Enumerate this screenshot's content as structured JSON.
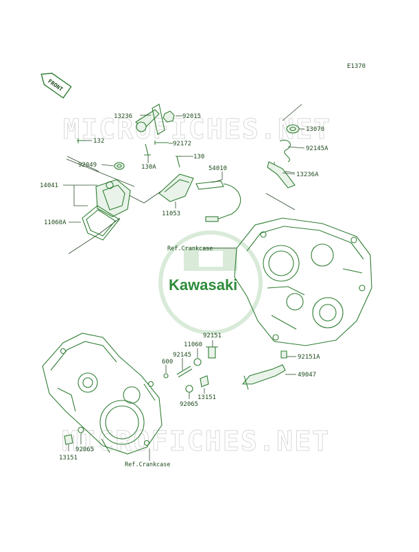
{
  "diagram_id": "E1370",
  "front_tag": "FRONT",
  "watermark": "MICROFICHES.NET",
  "logo_text": "Kawasaki",
  "refs": {
    "crankcase_top": "Ref.Crankcase",
    "crankcase_bottom": "Ref.Crankcase"
  },
  "parts": {
    "p13236": "13236",
    "p92015": "92015",
    "p132": "132",
    "p92172": "92172",
    "p130a": "130A",
    "p130": "130",
    "p92049": "92049",
    "p14041": "14041",
    "p54010": "54010",
    "p11053": "11053",
    "p11060a": "11060A",
    "p13070": "13070",
    "p92145a": "92145A",
    "p13236a": "13236A",
    "p92151": "92151",
    "p11060": "11060",
    "p92145": "92145",
    "p600": "600",
    "p92151a": "92151A",
    "p49047": "49047",
    "p13151": "13151",
    "p92065": "92065",
    "p92065b": "92065",
    "p13151b": "13151"
  },
  "colors": {
    "line": "#2e7d32",
    "text": "#1d4a1d",
    "logo": "#2e8b3a",
    "watermark": "#d9d9d9"
  }
}
